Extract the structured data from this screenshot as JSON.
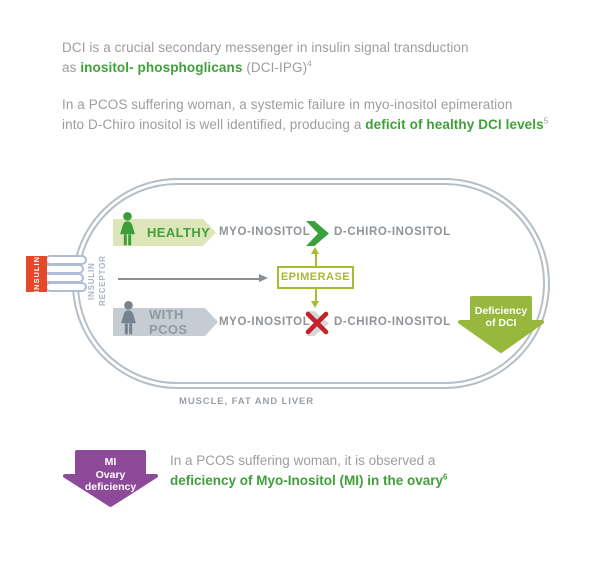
{
  "colors": {
    "body_gray": "#9b9da0",
    "accent_green": "#3fa03a",
    "membrane_gray": "#b6bec6",
    "insulin_red": "#e8482a",
    "receptor_blue": "#afbdd7",
    "healthy_banner_bg": "#dde6b8",
    "pcos_banner_bg": "#c6ccd3",
    "epimerase_olive": "#a9ba33",
    "deficiency_green": "#97b73d",
    "ovary_purple": "#8d4a98",
    "cross_red": "#c4212a"
  },
  "intro": {
    "p1_line1": "DCI is a crucial secondary messenger in insulin signal transduction",
    "p1_line2_prefix": "as ",
    "p1_line2_bold": "inositol- phosphoglicans",
    "p1_line2_suffix": " (DCI-IPG)",
    "p1_sup": "4",
    "p2_line1": "In a PCOS suffering woman, a systemic failure in myo-inositol epimeration",
    "p2_line2_prefix": "into D-Chiro inositol is well identified, producing a ",
    "p2_line2_bold": "deficit of healthy DCI levels",
    "p2_sup": "5"
  },
  "diagram": {
    "insulin_label": "INSULIN",
    "receptor_line1": "INSULIN",
    "receptor_line2": "RECEPTOR",
    "healthy_row": {
      "banner_label": "HEALTHY",
      "substrate": "MYO-INOSITOL",
      "product": "D-CHIRO-INOSITOL"
    },
    "pcos_row": {
      "banner_label": "WITH PCOS",
      "substrate": "MYO-INOSITOL",
      "product": "D-CHIRO-INOSITOL"
    },
    "epimerase_label": "EPIMERASE",
    "deficiency_arrow": {
      "line1": "Deficiency",
      "line2": "of DCI"
    },
    "cell_caption": "MUSCLE, FAT AND LIVER"
  },
  "footer": {
    "arrow": {
      "line1": "MI",
      "line2": "Ovary",
      "line3": "deficiency"
    },
    "text_line1": "In a PCOS suffering woman, it is observed a",
    "text_line2": "deficiency of Myo-Inositol (MI) in the ovary",
    "text_sup": "6"
  }
}
